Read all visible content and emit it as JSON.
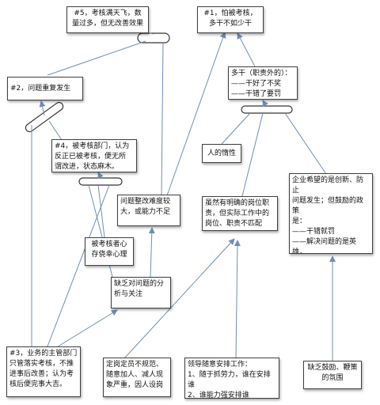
{
  "diagram": {
    "colors": {
      "arrow": "#6d8fb8",
      "box_border": "#404040",
      "shadow": "#999999"
    },
    "nodes": {
      "n5": "#5，考核满天飞，数\n量过多，但无改善效果",
      "n1": "#1，怕被考核，\n多干不如少干",
      "n2": "#2，问题重复发生",
      "duogan": "多干（职责外的）：\n——干好了不奖\n——干错了要罚",
      "n4": "#4，被考核部门，认为\n反正已被考核，便无所\n谓改进，状态麻木。",
      "duoxing": "人的惰性",
      "zhenggai": "问题整改难度较\n大，或能力不足",
      "gangwei": "虽然有明确的岗位职\n责，但实际工作中的\n岗位、职责不匹配",
      "qiye": "企业希望的是创新、防止\n问题发生；但鼓励的政策\n是：\n——干错就罚\n——解决问题的是英雄，\n——防患未然的人常常默\n默无闻",
      "jiaoxing": "被考核者心\n存侥幸心理",
      "fenxi": "缺乏对问题的分\n析与关注",
      "n3": "#3，业务的主管部门\n只管落实考核，不推\n进事后改善；认为考\n核后便完事大吉。",
      "dinggang": "定岗定员不规范、\n随意加人、减人现\n象严重，因人设岗",
      "lingdao": "领导随意安排工作：\n1、随于抓劳力，谁在安排谁\n2、谁能力强安排谁",
      "guli": "缺乏鼓励、鞭策\n的氛围"
    }
  }
}
